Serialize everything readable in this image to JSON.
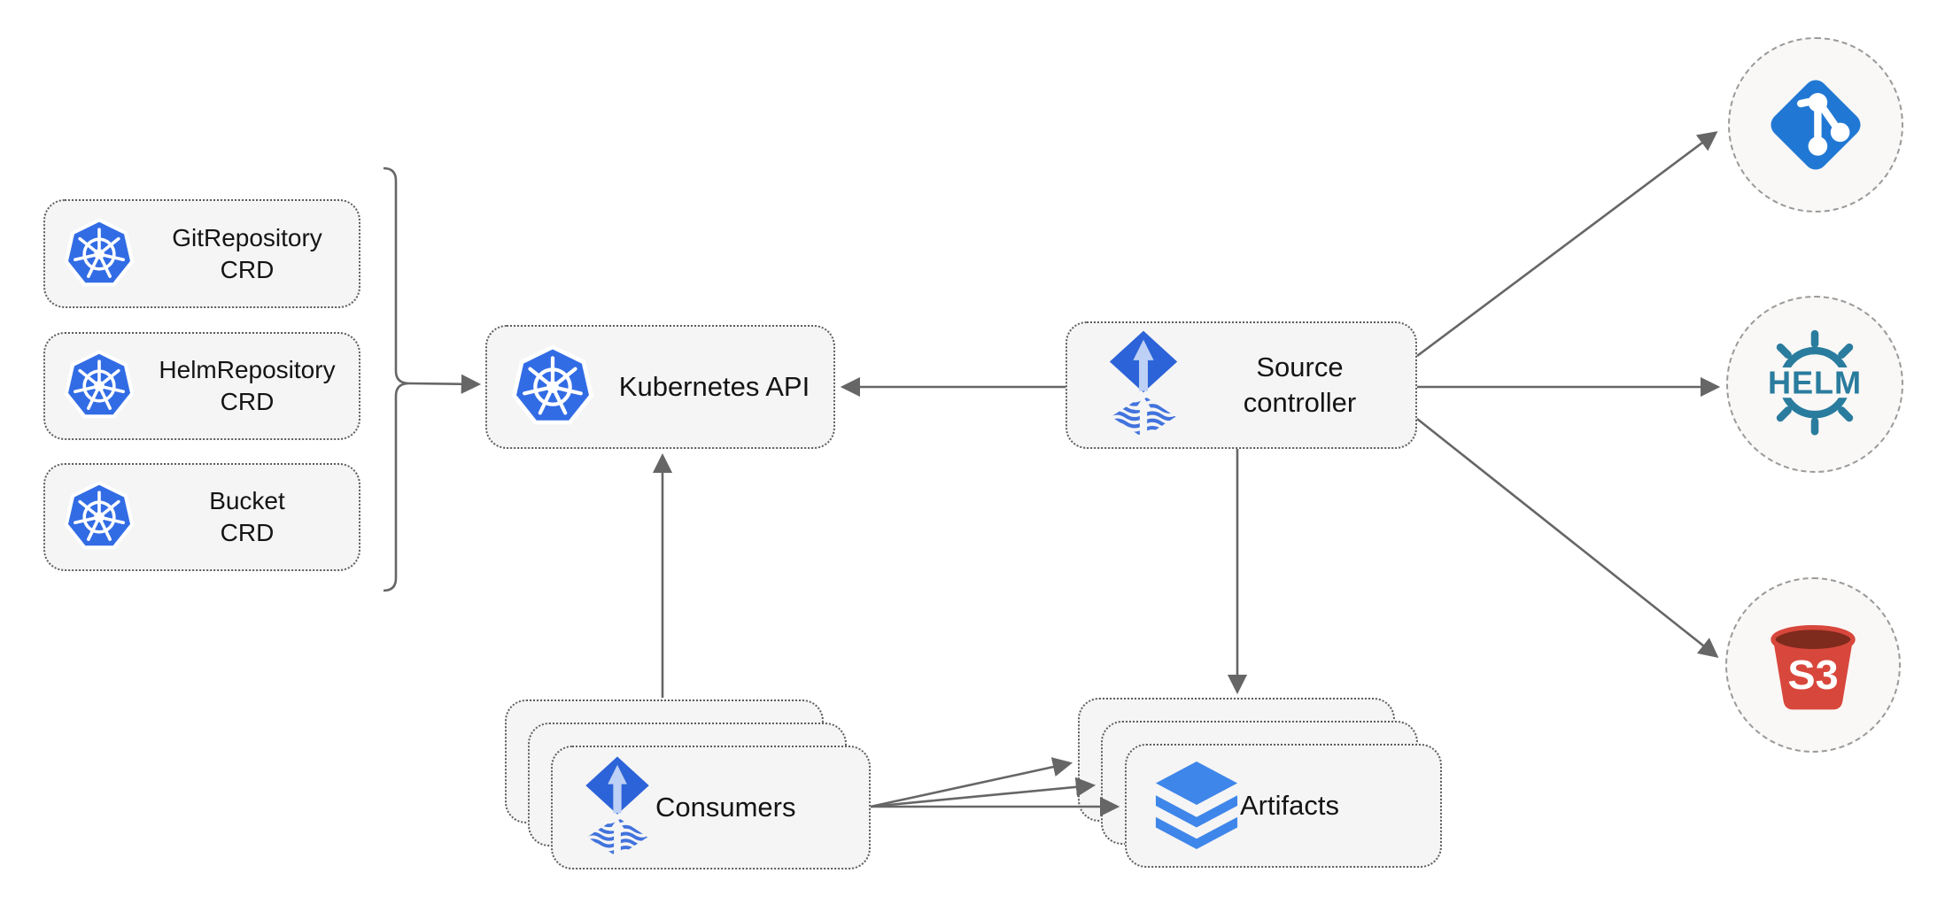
{
  "nodes": {
    "git_repository_crd": {
      "line1": "GitRepository",
      "line2": "CRD"
    },
    "helm_repository_crd": {
      "line1": "HelmRepository",
      "line2": "CRD"
    },
    "bucket_crd": {
      "line1": "Bucket",
      "line2": "CRD"
    },
    "kubernetes_api": {
      "label": "Kubernetes API"
    },
    "source_controller": {
      "line1": "Source",
      "line2": "controller"
    },
    "consumers": {
      "label": "Consumers"
    },
    "artifacts": {
      "label": "Artifacts"
    },
    "helm_endpoint": {
      "logo_text": "HELM"
    },
    "s3_endpoint": {
      "logo_text": "S3"
    }
  },
  "edges": [
    {
      "from": "crd-group-brace",
      "to": "kubernetes-api",
      "arrow": "end"
    },
    {
      "from": "source-controller",
      "to": "kubernetes-api",
      "arrow": "end"
    },
    {
      "from": "consumers",
      "to": "kubernetes-api",
      "arrow": "end"
    },
    {
      "from": "source-controller",
      "to": "artifacts",
      "arrow": "end"
    },
    {
      "from": "source-controller",
      "to": "git-endpoint",
      "arrow": "end"
    },
    {
      "from": "source-controller",
      "to": "helm-endpoint",
      "arrow": "end"
    },
    {
      "from": "source-controller",
      "to": "s3-endpoint",
      "arrow": "end"
    },
    {
      "from": "consumers",
      "to": "artifacts-back",
      "arrow": "end"
    },
    {
      "from": "consumers",
      "to": "artifacts-middle",
      "arrow": "end"
    },
    {
      "from": "consumers",
      "to": "artifacts-front",
      "arrow": "end"
    }
  ],
  "icons": {
    "kubernetes": "kubernetes-wheel-icon",
    "flux": "flux-icon",
    "git": "git-branch-icon",
    "helm": "helm-wheel-icon",
    "s3": "s3-bucket-icon",
    "artifacts": "layers-icon"
  },
  "colors": {
    "kubernetes_blue": "#326ce5",
    "flux_blue": "#2c63d8",
    "flux_light": "#bdd0f5",
    "flux_wave": "#4273dd",
    "git_blue": "#2178d4",
    "helm_teal": "#2a7c9e",
    "s3_red": "#d8473c",
    "s3_dark": "#7e2a1d",
    "artifact_blue": "#3f86ea",
    "line_gray": "#666666",
    "node_fill": "#f5f5f5",
    "circle_fill": "#f9f8f6"
  }
}
